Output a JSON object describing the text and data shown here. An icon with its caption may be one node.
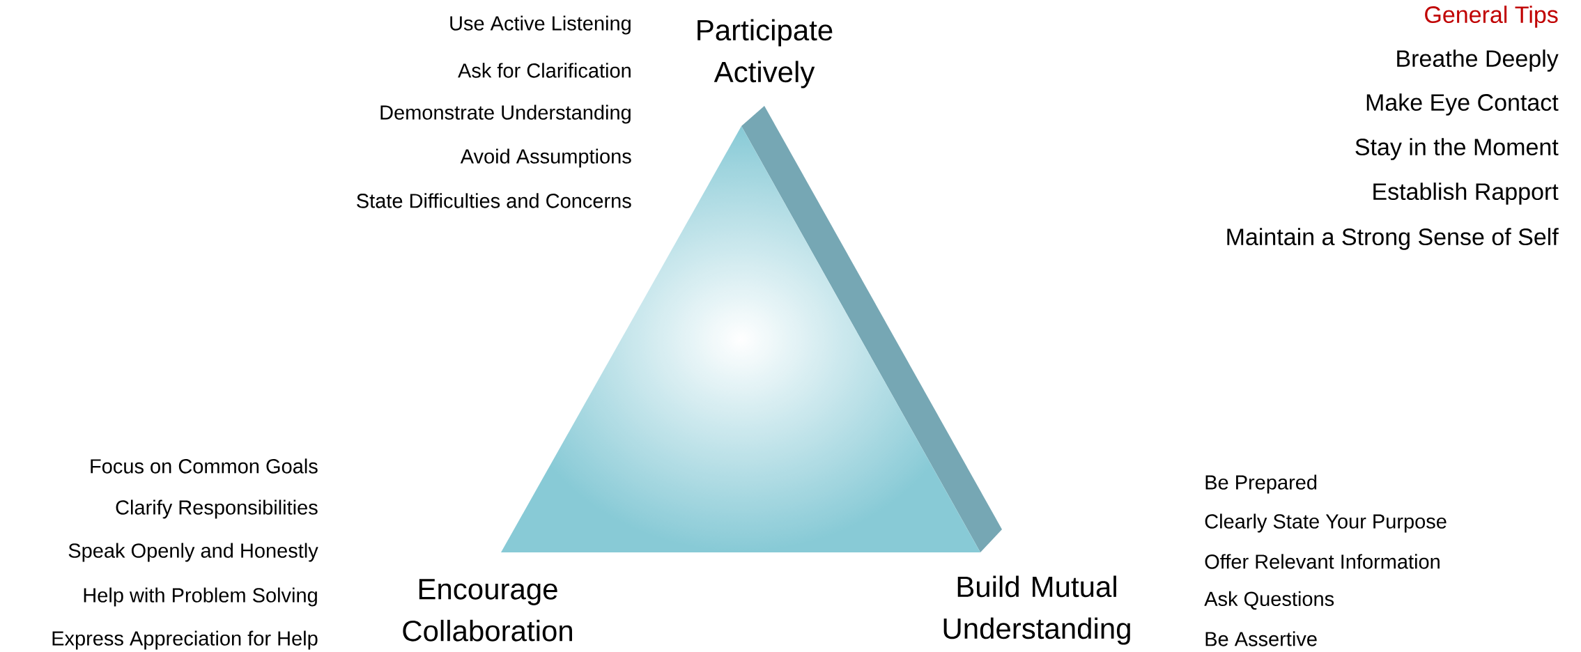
{
  "diagram": {
    "labels": [
      "Use Active Listening",
      "Ask for Clarification",
      "Demonstrate Understanding",
      "Avoid Assumptions",
      "State Difficulties and Concerns",
      "Participate Actively",
      "General Tips",
      "Breathe Deeply",
      "Make Eye Contact",
      "Stay in the Moment",
      "Establish Rapport",
      "Maintain a Strong Sense of Self",
      "Focus on Common Goals",
      "Clarify Responsibilities",
      "Speak Openly and Honestly",
      "Help with Problem Solving",
      "Express Appreciation for Help",
      "Encourage Collaboration",
      "Build Mutual Understanding",
      "Be Prepared",
      "Clearly State Your Purpose",
      "Offer Relevant Information",
      "Ask Questions",
      "Be Assertive"
    ]
  }
}
